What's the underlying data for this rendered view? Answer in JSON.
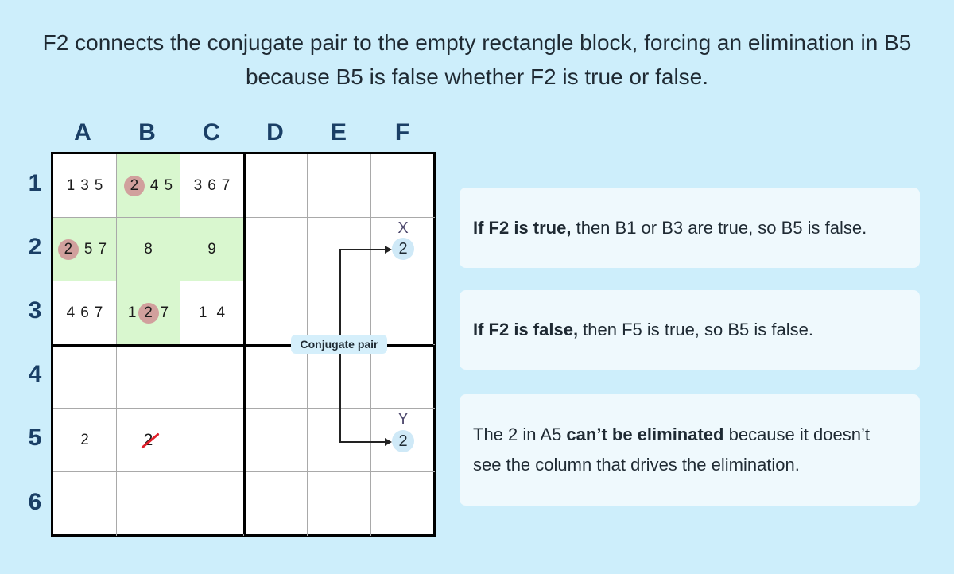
{
  "title": "F2 connects the conjugate pair to the empty rectangle block, forcing an elimination in B5 because B5 is false whether F2 is true or false.",
  "columns": [
    "A",
    "B",
    "C",
    "D",
    "E",
    "F"
  ],
  "rows": [
    "1",
    "2",
    "3",
    "4",
    "5",
    "6"
  ],
  "cells": {
    "A1": {
      "candidates": [
        "1",
        "3",
        "5"
      ]
    },
    "B1": {
      "candidates": [
        "2",
        "4",
        "5"
      ],
      "highlighted_candidate": "2",
      "cell_highlight": true
    },
    "C1": {
      "candidates": [
        "3",
        "6",
        "7"
      ]
    },
    "A2": {
      "candidates": [
        "2",
        "5",
        "7"
      ],
      "highlighted_candidate": "2",
      "cell_highlight": true
    },
    "B2": {
      "value": "8",
      "cell_highlight": true
    },
    "C2": {
      "value": "9",
      "cell_highlight": true
    },
    "A3": {
      "candidates": [
        "4",
        "6",
        "7"
      ]
    },
    "B3": {
      "candidates": [
        "1",
        "2",
        "7"
      ],
      "highlighted_candidate": "2",
      "cell_highlight": true
    },
    "C3": {
      "candidates": [
        "1",
        "4"
      ]
    },
    "A5": {
      "value": "2"
    },
    "B5": {
      "value": "2",
      "eliminated": true
    },
    "F2": {
      "value": "2",
      "marker": "X"
    },
    "F5": {
      "value": "2",
      "marker": "Y"
    }
  },
  "c": {
    "A1": [
      "1",
      "3",
      "5"
    ],
    "B1": [
      "2",
      "4",
      "5"
    ],
    "C1": [
      "3",
      "6",
      "7"
    ],
    "A2": [
      "2",
      "5",
      "7"
    ],
    "B2": "8",
    "C2": "9",
    "A3": [
      "4",
      "6",
      "7"
    ],
    "B3": [
      "1",
      "2",
      "7"
    ],
    "C3": [
      "1",
      "4"
    ],
    "A5": "2",
    "B5": "2",
    "F2": "2",
    "F5": "2",
    "F2m": "X",
    "F5m": "Y"
  },
  "annotation": {
    "label": "Conjugate pair"
  },
  "cards": [
    {
      "bold": "If F2 is true,",
      "text": " then B1 or B3 are true, so B5 is false."
    },
    {
      "bold": "If F2 is false,",
      "text": " then F5 is true, so B5 is false."
    },
    {
      "pre": "The 2 in A5 ",
      "bold": "can’t be eliminated",
      "text": " because it doesn’t see the column that drives the elimination."
    }
  ],
  "colors": {
    "background": "#cdeefb",
    "cell_highlight": "#d9f7cf",
    "candidate_highlight": "#d1a09d",
    "target_highlight": "#cfe9f7",
    "elimination_strike": "#e0202a",
    "label_color": "#1a3f66"
  }
}
